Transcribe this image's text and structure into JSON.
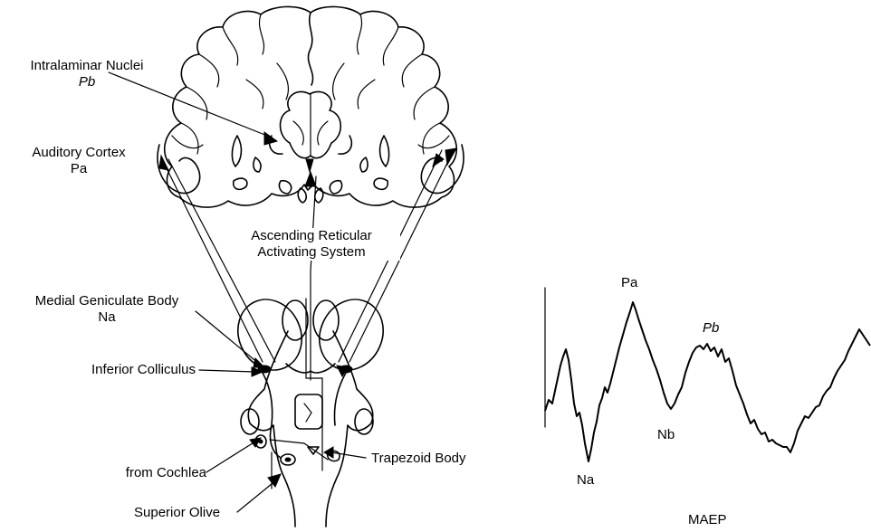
{
  "labels": {
    "intralaminar": "Intralaminar Nuclei",
    "intralaminar_wave": "Pb",
    "auditory_cortex": "Auditory Cortex",
    "auditory_cortex_wave": "Pa",
    "arousal_1": "Ascending Reticular",
    "arousal_2": "Activating System",
    "mgb": "Medial Geniculate Body",
    "mgb_wave": "Na",
    "inferior_colliculus": "Inferior Colliculus",
    "trapezoid": "Trapezoid Body",
    "cochlea": "from Cochlea",
    "olive": "Superior Olive"
  },
  "waveform": {
    "title": "MAEP",
    "peaks": {
      "na": "Na",
      "pa": "Pa",
      "nb": "Nb",
      "pb": "Pb"
    }
  }
}
